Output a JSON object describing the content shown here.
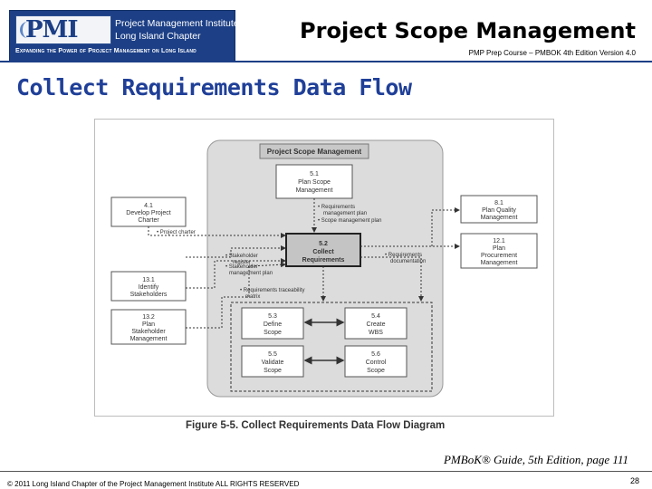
{
  "header": {
    "logo": {
      "mark": "PMI",
      "name_line1": "Project Management Institute",
      "name_line2": "Long Island Chapter",
      "tagline": "Expanding the Power of Project Management on Long Island"
    },
    "title": "Project Scope Management",
    "subtitle": "PMP Prep Course – PMBOK 4th Edition Version 4.0"
  },
  "slide": {
    "title": "Collect Requirements Data Flow"
  },
  "figure": {
    "container_title": "Project Scope Management",
    "caption": "Figure 5-5. Collect Requirements Data Flow Diagram",
    "boxes": {
      "plan_scope": [
        "5.1",
        "Plan Scope",
        "Management"
      ],
      "collect": [
        "5.2",
        "Collect",
        "Requirements"
      ],
      "define": [
        "5.3",
        "Define",
        "Scope"
      ],
      "create_wbs": [
        "5.4",
        "Create",
        "WBS"
      ],
      "validate": [
        "5.5",
        "Validate",
        "Scope"
      ],
      "control": [
        "5.6",
        "Control",
        "Scope"
      ],
      "charter": [
        "4.1",
        "Develop Project",
        "Charter"
      ],
      "stakeholders": [
        "13.1",
        "Identify",
        "Stakeholders"
      ],
      "plan_stakeholder": [
        "13.2",
        "Plan",
        "Stakeholder",
        "Management"
      ],
      "quality": [
        "8.1",
        "Plan Quality",
        "Management"
      ],
      "procurement": [
        "12.1",
        "Plan",
        "Procurement",
        "Management"
      ]
    },
    "labels": {
      "req_mgmt_plan": "• Requirements",
      "req_mgmt_plan2": "management plan",
      "scope_mgmt_plan": "• Scope management plan",
      "project_charter": "• Project charter",
      "stakeholder_register": "• Stakeholder",
      "stakeholder_register2": "register",
      "stakeholder_mgmt_plan": "• Stakeholder",
      "stakeholder_mgmt_plan2": "management plan",
      "req_doc": "• Requirements",
      "req_doc2": "documentation",
      "trace_matrix": "• Requirements traceability",
      "trace_matrix2": "matrix"
    }
  },
  "reference": "PMBoK® Guide, 5th Edition, page 111",
  "footer": {
    "copyright": "© 2011 Long Island Chapter of the Project Management Institute  ALL RIGHTS RESERVED",
    "page_number": "28"
  }
}
